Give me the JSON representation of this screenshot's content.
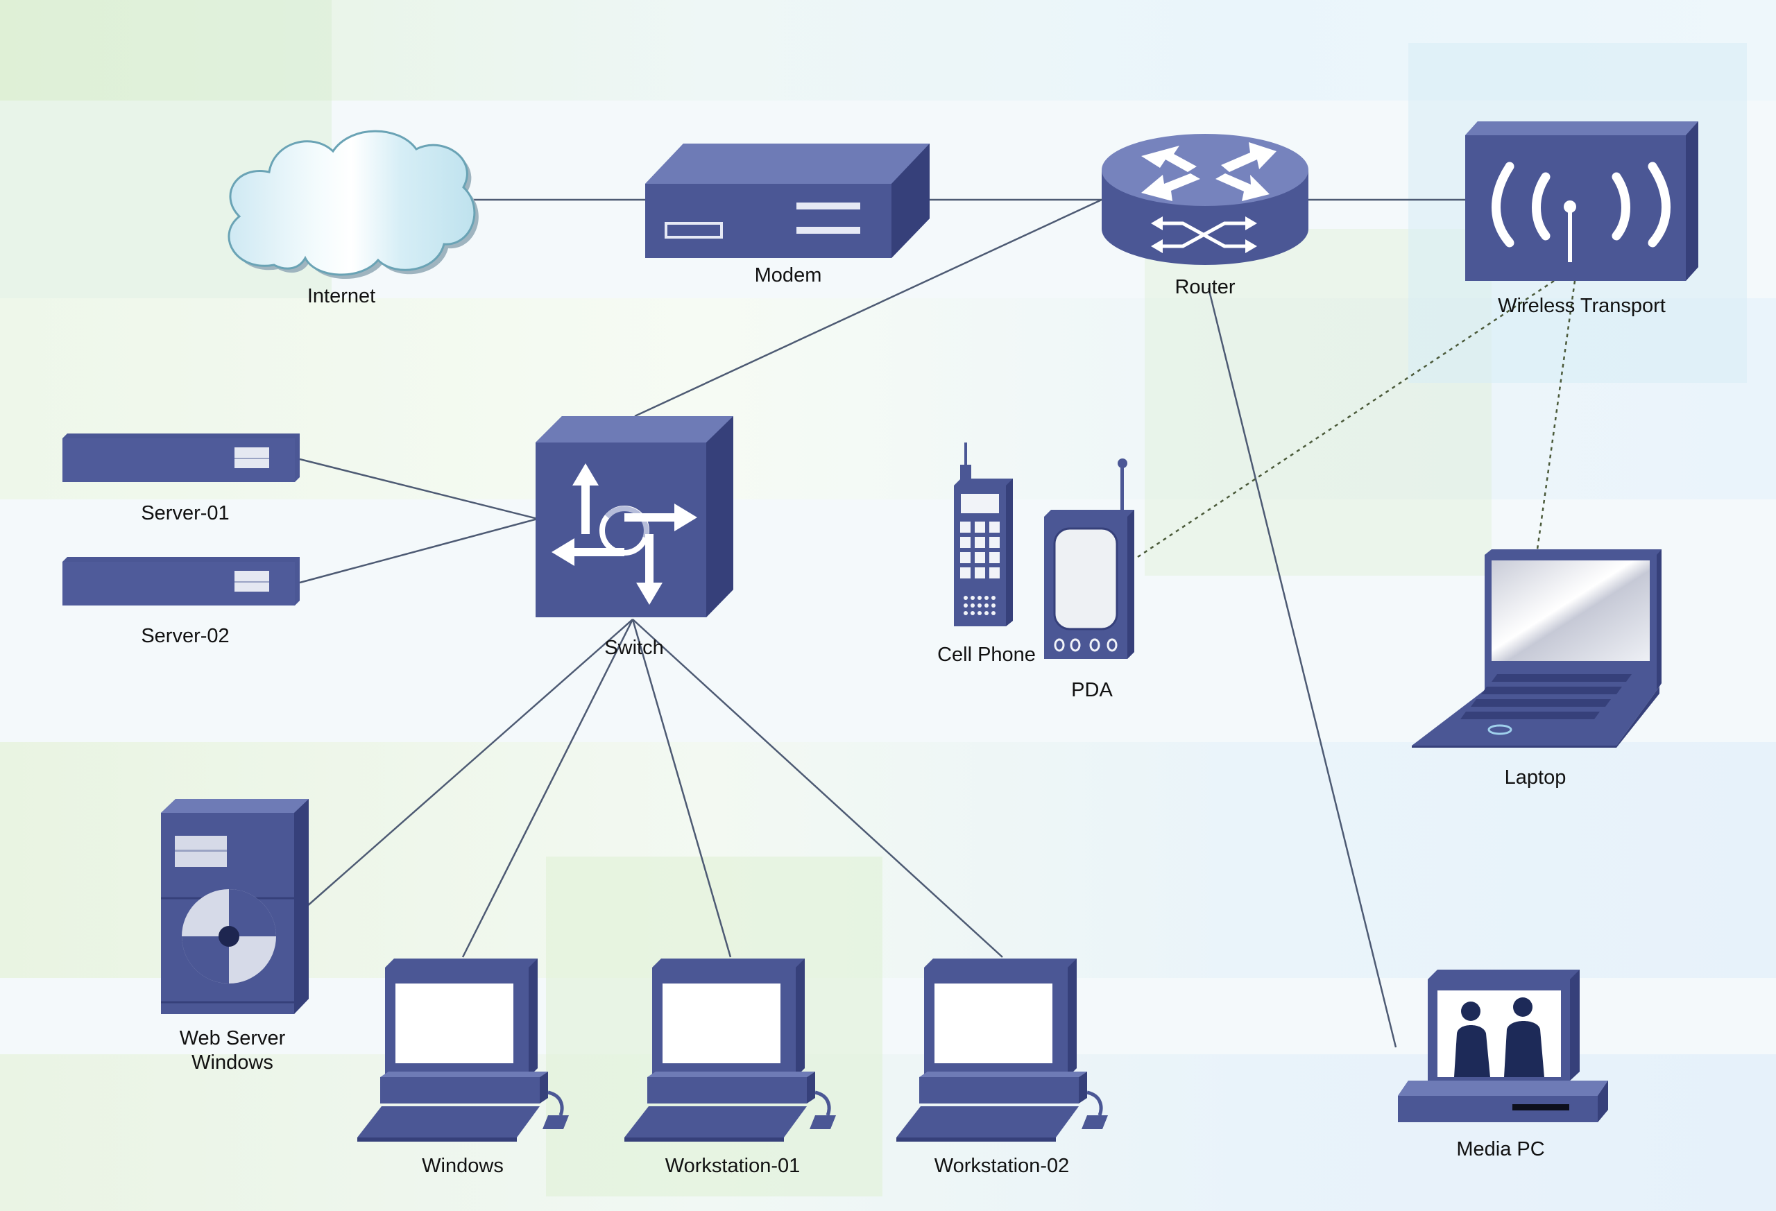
{
  "diagram": {
    "nodes": {
      "internet": "Internet",
      "modem": "Modem",
      "router": "Router",
      "wireless": "Wireless Transport",
      "switch": "Switch",
      "server01": "Server-01",
      "server02": "Server-02",
      "cellphone": "Cell Phone",
      "pda": "PDA",
      "laptop": "Laptop",
      "webserver_line1": "Web Server",
      "webserver_line2": "Windows",
      "windows": "Windows",
      "workstation01": "Workstation-01",
      "workstation02": "Workstation-02",
      "mediapc": "Media PC"
    },
    "colors": {
      "device_front": "#4b5795",
      "device_top": "#6e7bb6",
      "device_side": "#36407a",
      "line": "#4d5a73",
      "wireless_link": "#4b5a3a"
    }
  }
}
